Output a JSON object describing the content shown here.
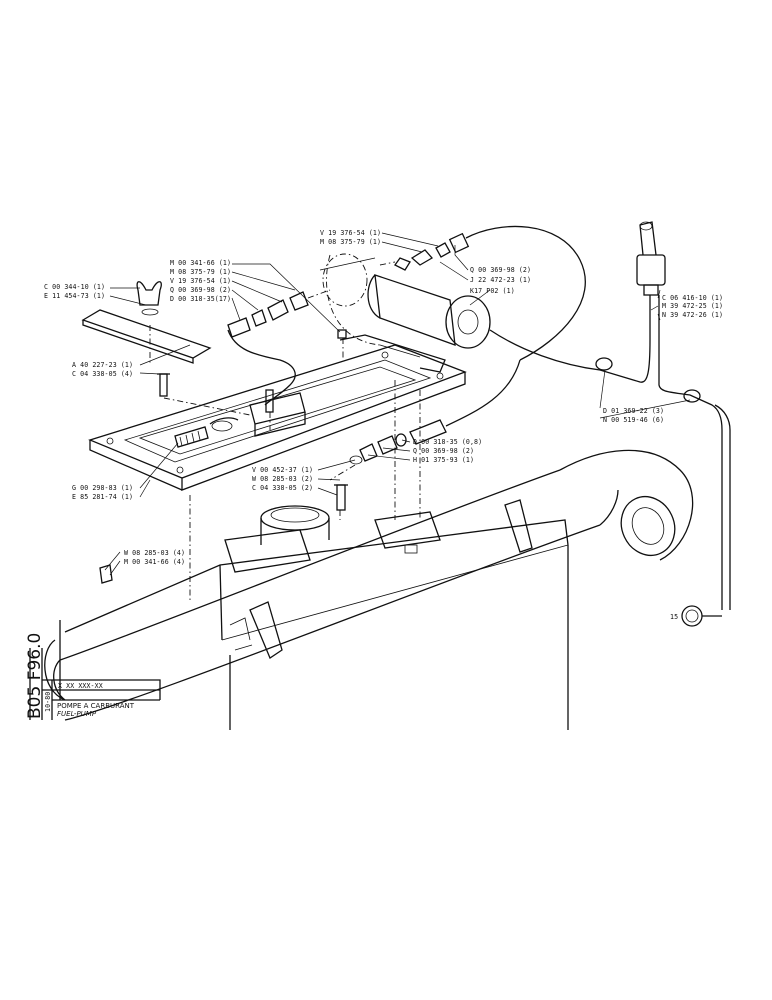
{
  "title_block": {
    "drawing_code": "B05 F96.0",
    "date": "10-80",
    "part_number": "X XX XXX-XX",
    "title_fr": "POMPE A CARBURANT",
    "title_en": "FUEL-PUMP"
  },
  "callouts": [
    {
      "text": "C 00 344-10 (1)"
    },
    {
      "text": "E 11 454-73 (1)"
    },
    {
      "text": "M 00 341-66 (1)"
    },
    {
      "text": "M 08 375-79 (1)"
    },
    {
      "text": "V 19 376-54 (1)"
    },
    {
      "text": "Q 00 369-98 (2)"
    },
    {
      "text": "D 00 318-35(17)"
    },
    {
      "text": "V 19 376-54 (1)"
    },
    {
      "text": "M 08 375-79 (1)"
    },
    {
      "text": "Q 00 369-98 (2)"
    },
    {
      "text": "J 22 472-23 (1)"
    },
    {
      "text": "K17   P02 (1)"
    },
    {
      "text": "C 06 416-10 (1)"
    },
    {
      "text": "M 39 472-25 (1)"
    },
    {
      "text": "N 39 472-26 (1)"
    },
    {
      "text": "A 40 227-23 (1)"
    },
    {
      "text": "C 04 338-05 (4)"
    },
    {
      "text": "D 01 369-22 (3)"
    },
    {
      "text": "N 00 519-46 (6)"
    },
    {
      "text": "D 00 318-35 (0,8)"
    },
    {
      "text": "Q 00 369-98 (2)"
    },
    {
      "text": "H 01 375-93 (1)"
    },
    {
      "text": "V 00 452-37 (1)"
    },
    {
      "text": "W 08 285-03 (2)"
    },
    {
      "text": "C 04 338-05 (2)"
    },
    {
      "text": "G 00 298-83 (1)"
    },
    {
      "text": "E 85 281-74 (1)"
    },
    {
      "text": "W 08 285-03 (4)"
    },
    {
      "text": "M 00 341-66 (4)"
    },
    {
      "text": "15"
    }
  ]
}
